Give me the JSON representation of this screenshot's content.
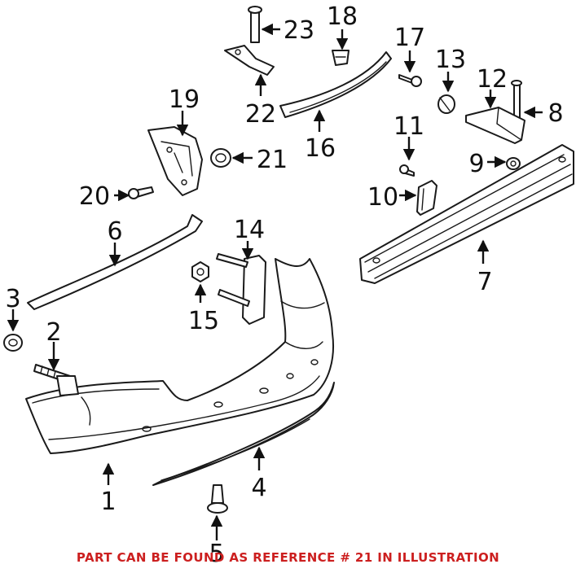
{
  "diagram": {
    "callouts": [
      {
        "id": "1",
        "label": "1"
      },
      {
        "id": "2",
        "label": "2"
      },
      {
        "id": "3",
        "label": "3"
      },
      {
        "id": "4",
        "label": "4"
      },
      {
        "id": "5",
        "label": "5"
      },
      {
        "id": "6",
        "label": "6"
      },
      {
        "id": "7",
        "label": "7"
      },
      {
        "id": "8",
        "label": "8"
      },
      {
        "id": "9",
        "label": "9"
      },
      {
        "id": "10",
        "label": "10"
      },
      {
        "id": "11",
        "label": "11"
      },
      {
        "id": "12",
        "label": "12"
      },
      {
        "id": "13",
        "label": "13"
      },
      {
        "id": "14",
        "label": "14"
      },
      {
        "id": "15",
        "label": "15"
      },
      {
        "id": "16",
        "label": "16"
      },
      {
        "id": "17",
        "label": "17"
      },
      {
        "id": "18",
        "label": "18"
      },
      {
        "id": "19",
        "label": "19"
      },
      {
        "id": "20",
        "label": "20"
      },
      {
        "id": "21",
        "label": "21"
      },
      {
        "id": "22",
        "label": "22"
      },
      {
        "id": "23",
        "label": "23"
      }
    ],
    "footer": {
      "text": "PART CAN BE FOUND AS REFERENCE # 21 IN ILLUSTRATION",
      "color": "#cc1f1f"
    }
  }
}
